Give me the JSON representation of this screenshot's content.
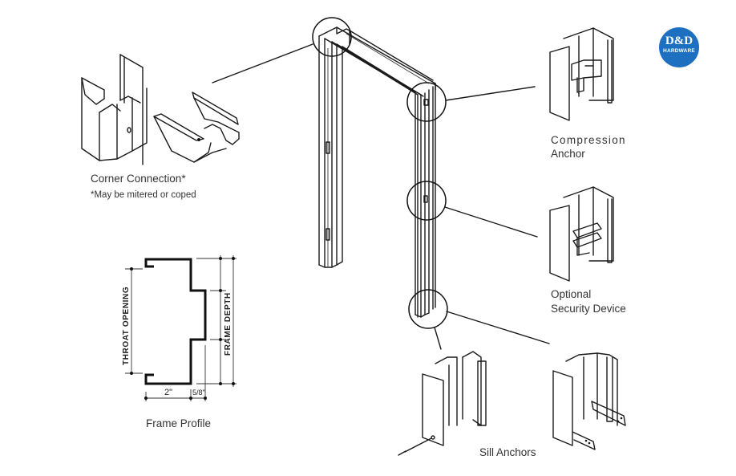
{
  "brand": {
    "logo_main": "D&D",
    "logo_sub": "HARDWARE",
    "color": "#1d6fc0"
  },
  "labels": {
    "corner_connection": "Corner Connection*",
    "corner_note": "*May be mitered or coped",
    "compression_anchor_line1": "Compression",
    "compression_anchor_line2": "Anchor",
    "security_line1": "Optional",
    "security_line2": "Security Device",
    "sill_anchors": "Sill Anchors",
    "frame_profile": "Frame Profile"
  },
  "frame_profile": {
    "throat_opening": "THROAT OPENING",
    "frame_depth": "FRAME DEPTH",
    "face_width": "2\"",
    "backbend": "5/8\""
  },
  "callouts": [
    {
      "name": "corner-connection",
      "target": "head-corner"
    },
    {
      "name": "compression-anchor",
      "target": "jamb-top"
    },
    {
      "name": "security-device",
      "target": "jamb-middle"
    },
    {
      "name": "sill-anchors",
      "target": "jamb-bottom"
    }
  ]
}
